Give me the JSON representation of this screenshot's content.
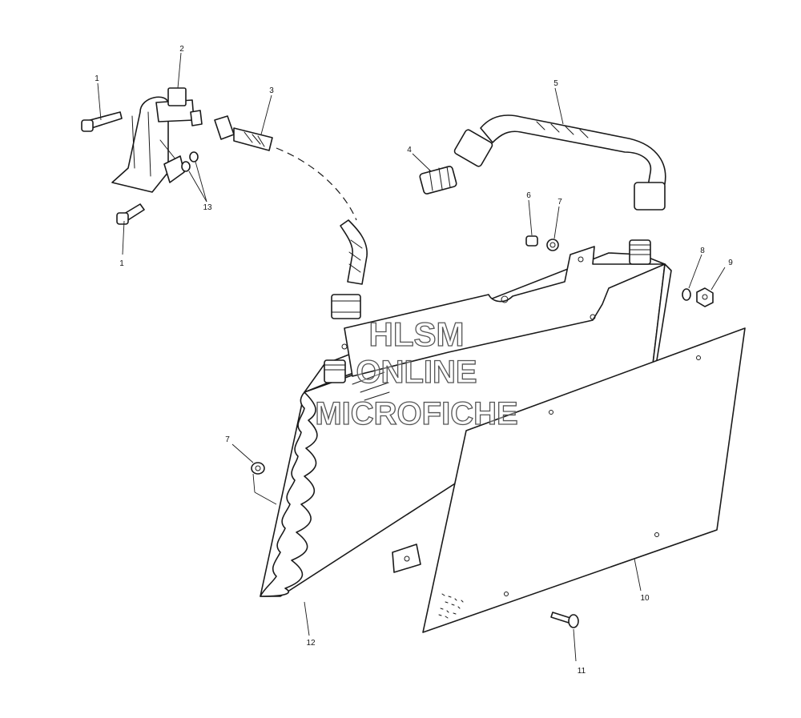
{
  "watermark": {
    "line1": "HLSM",
    "line2": "ONLINE",
    "line3": "MICROFICHE"
  },
  "callouts": {
    "c1a": "1",
    "c1b": "1",
    "c2": "2",
    "c3": "3",
    "c4": "4",
    "c5": "5",
    "c6": "6",
    "c7a": "7",
    "c7b": "7",
    "c8": "8",
    "c9": "9",
    "c10": "10",
    "c11": "11",
    "c12": "12",
    "c13": "13"
  }
}
